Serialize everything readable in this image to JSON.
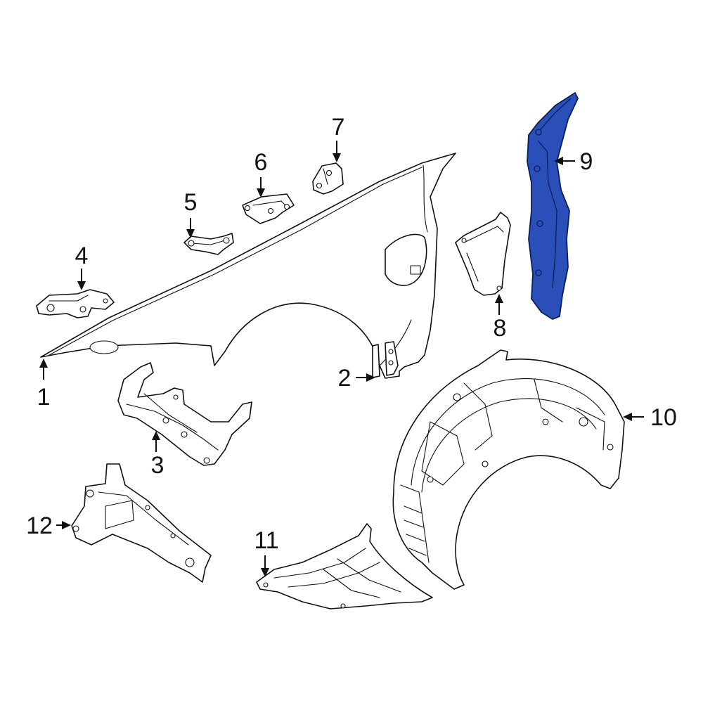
{
  "highlight_color": "#2b4fb8",
  "callouts": [
    {
      "id": "1",
      "label": "1"
    },
    {
      "id": "2",
      "label": "2"
    },
    {
      "id": "3",
      "label": "3"
    },
    {
      "id": "4",
      "label": "4"
    },
    {
      "id": "5",
      "label": "5"
    },
    {
      "id": "6",
      "label": "6"
    },
    {
      "id": "7",
      "label": "7"
    },
    {
      "id": "8",
      "label": "8"
    },
    {
      "id": "9",
      "label": "9",
      "highlighted": true
    },
    {
      "id": "10",
      "label": "10"
    },
    {
      "id": "11",
      "label": "11"
    },
    {
      "id": "12",
      "label": "12"
    }
  ]
}
